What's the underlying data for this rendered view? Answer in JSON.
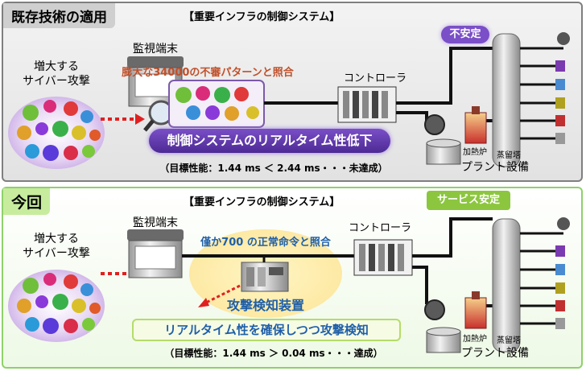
{
  "top": {
    "tab": "既存技術の適用",
    "subtitle": "【重要インフラの制御システム】",
    "threat_label_1": "増大する",
    "threat_label_2": "サイバー攻撃",
    "terminal_label": "監視端末",
    "match_text": "膨大な34000の不審パターンと照合",
    "controller_label": "コントローラ",
    "unstable_badge": "不安定",
    "ribbon": "制御システムのリアルタイム性低下",
    "performance": "（目標性能：1.44 ms  ＜ 2.44 ms・・・未達成）",
    "heater_label": "加熱炉",
    "tower_label": "蒸留塔",
    "plant_label": "プラント設備"
  },
  "bottom": {
    "tab": "今回",
    "subtitle": "【重要インフラの制御システム】",
    "threat_label_1": "増大する",
    "threat_label_2": "サイバー攻撃",
    "terminal_label": "監視端末",
    "match_text": "僅か700 の正常命令と照合",
    "controller_label": "コントローラ",
    "stable_badge": "サービス安定",
    "detector_label": "攻撃検知装置",
    "banner": "リアルタイム性を確保しつつ攻撃検知",
    "performance": "（目標性能：1.44 ms  ＞ 0.04 ms・・・達成）",
    "heater_label": "加熱炉",
    "tower_label": "蒸留塔",
    "plant_label": "プラント設備"
  },
  "colors": {
    "purple": "#5a33a8",
    "orange_text": "#c0502a",
    "blue_text": "#1f5fa8",
    "green_badge": "#8cc63f",
    "red_arrow": "#e02020"
  }
}
